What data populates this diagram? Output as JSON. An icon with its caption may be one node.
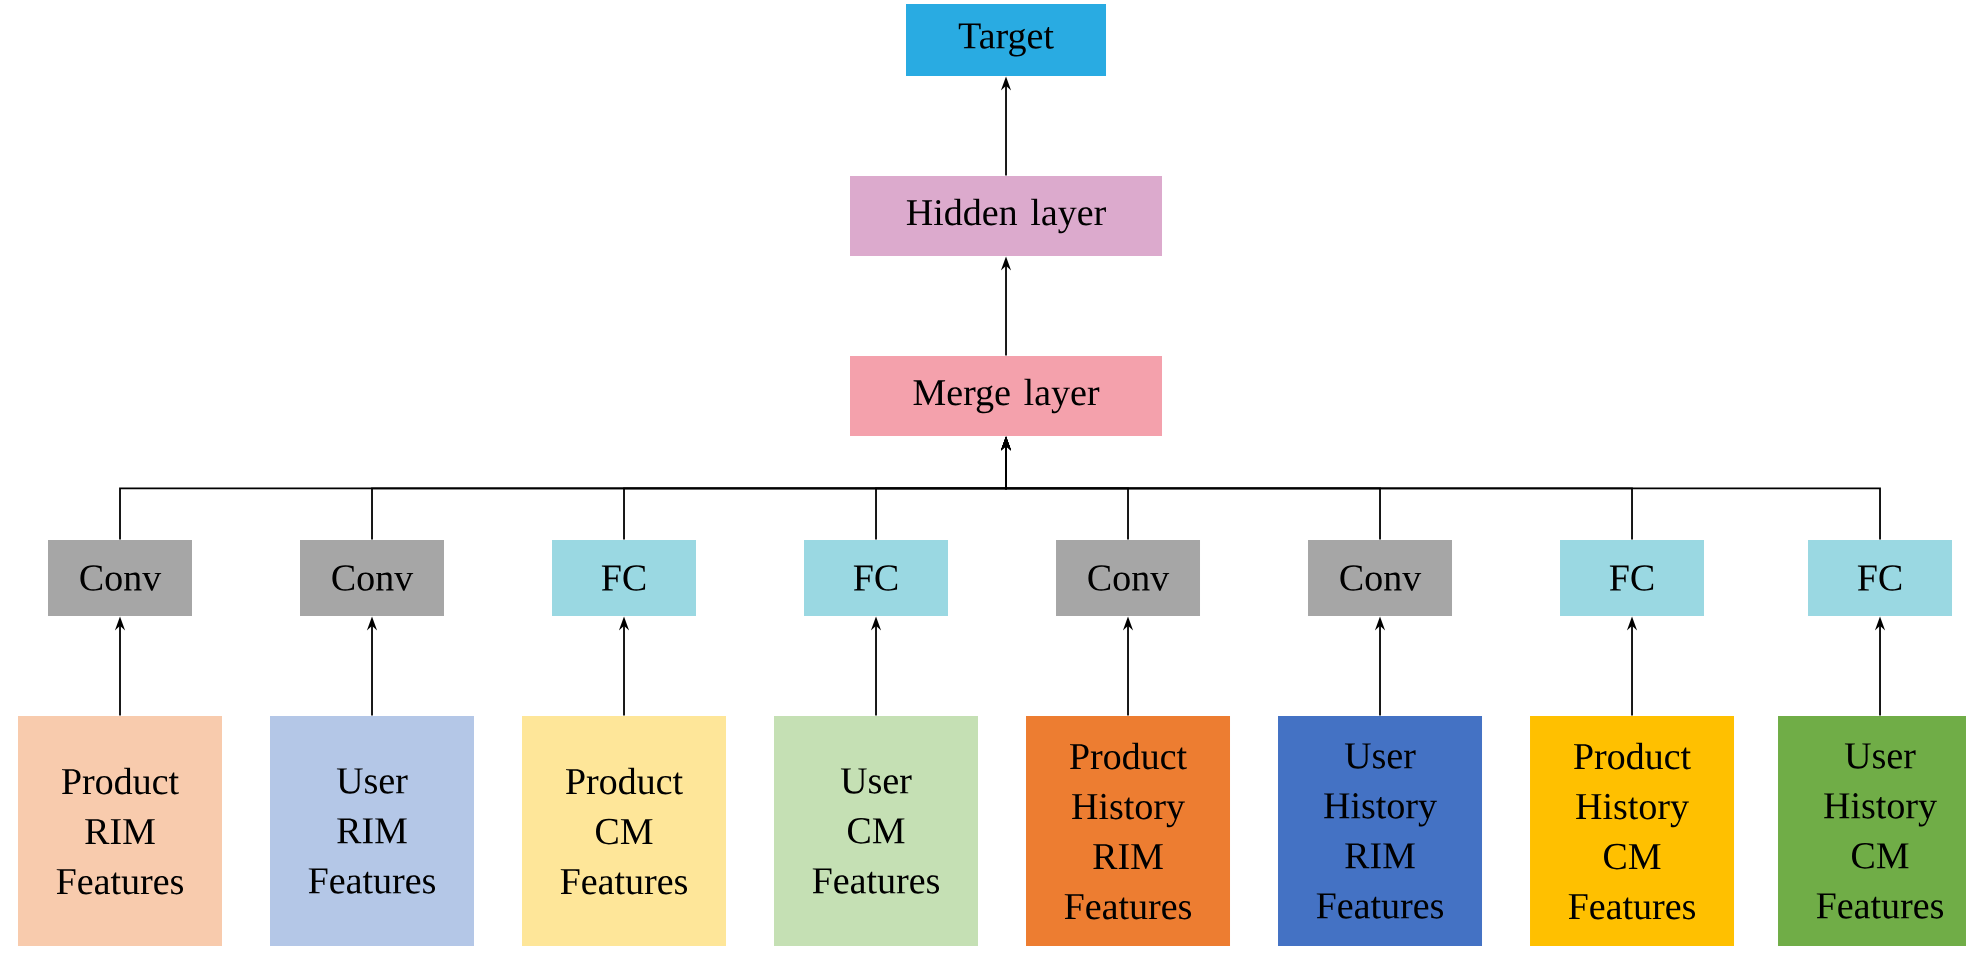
{
  "diagram": {
    "nodes": [
      {
        "text": [
          "Target"
        ]
      },
      {
        "text": [
          "Hidden layer"
        ]
      },
      {
        "text": [
          "Merge layer"
        ]
      },
      {
        "text": [
          "Conv"
        ]
      },
      {
        "text": [
          "Conv"
        ]
      },
      {
        "text": [
          "FC"
        ]
      },
      {
        "text": [
          "FC"
        ]
      },
      {
        "text": [
          "Conv"
        ]
      },
      {
        "text": [
          "Conv"
        ]
      },
      {
        "text": [
          "FC"
        ]
      },
      {
        "text": [
          "FC"
        ]
      },
      {
        "text": [
          "Product RIM Features"
        ]
      },
      {
        "text": [
          "User RIM Features"
        ]
      },
      {
        "text": [
          "Product CM Features"
        ]
      },
      {
        "text": [
          "User CM Features"
        ]
      },
      {
        "text": [
          "Product History RIM Features"
        ]
      },
      {
        "text": [
          "User History RIM Features"
        ]
      },
      {
        "text": [
          "Product History CM Features"
        ]
      },
      {
        "text": [
          "User History CM Features"
        ]
      }
    ],
    "edges": [
      {
        "from": 11,
        "to": 3,
        "arrow": "to"
      },
      {
        "from": 12,
        "to": 4,
        "arrow": "to"
      },
      {
        "from": 13,
        "to": 5,
        "arrow": "to"
      },
      {
        "from": 14,
        "to": 6,
        "arrow": "to"
      },
      {
        "from": 15,
        "to": 7,
        "arrow": "to"
      },
      {
        "from": 16,
        "to": 8,
        "arrow": "to"
      },
      {
        "from": 17,
        "to": 9,
        "arrow": "to"
      },
      {
        "from": 18,
        "to": 10,
        "arrow": "to"
      },
      {
        "from": 3,
        "to": 2,
        "arrow": "to"
      },
      {
        "from": 4,
        "to": 2,
        "arrow": "to"
      },
      {
        "from": 5,
        "to": 2,
        "arrow": "to"
      },
      {
        "from": 6,
        "to": 2,
        "arrow": "to"
      },
      {
        "from": 7,
        "to": 2,
        "arrow": "to"
      },
      {
        "from": 8,
        "to": 2,
        "arrow": "to"
      },
      {
        "from": 9,
        "to": 2,
        "arrow": "to"
      },
      {
        "from": 10,
        "to": 2,
        "arrow": "to"
      },
      {
        "from": 2,
        "to": 1,
        "arrow": "to"
      },
      {
        "from": 1,
        "to": 0,
        "arrow": "to"
      }
    ]
  }
}
